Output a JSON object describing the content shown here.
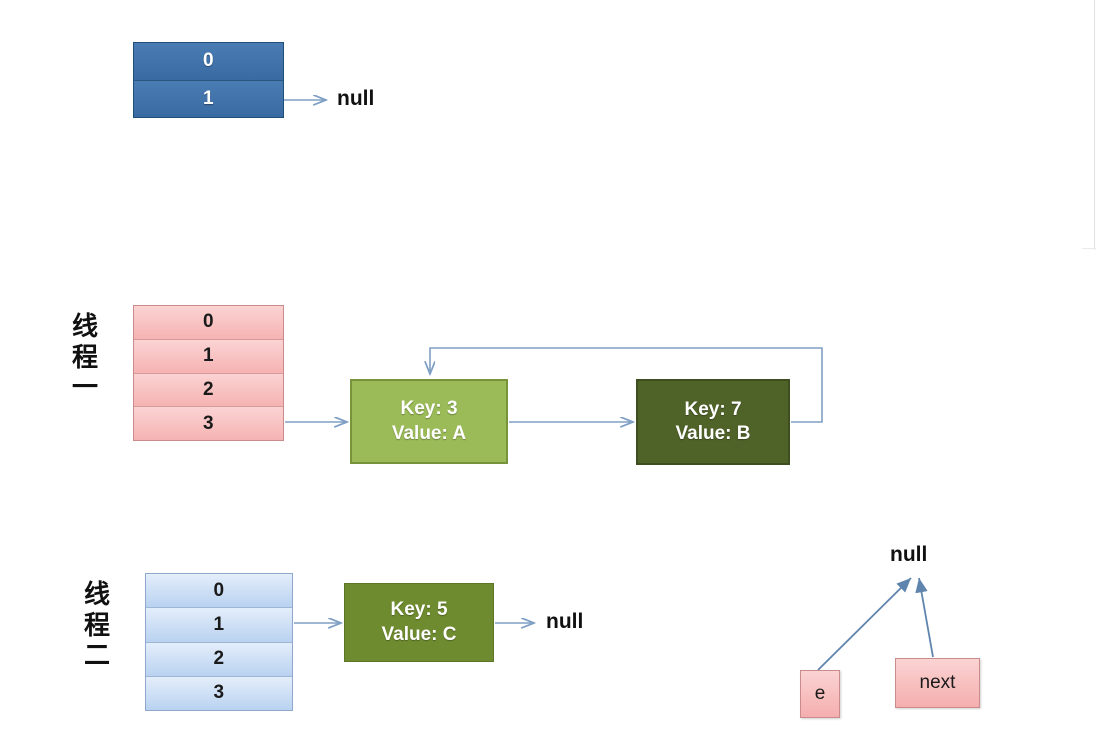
{
  "diagram": {
    "title": "HashMap concurrent resize linked-list cycle",
    "background": "#ffffff",
    "arrow_color": "#7f9fc4",
    "colors": {
      "table_blue_dark": "#3f72ab",
      "table_red": "#f6b3b3",
      "table_blue_light": "#b9d2f0",
      "node_light_green": "#9bbb59",
      "node_dark_green": "#4f6228",
      "node_mid_green": "#6f8b2f",
      "varbox_pink": "#f5aeae",
      "text_dark": "#111111",
      "text_light": "#ffffff"
    }
  },
  "top_table": {
    "name": "resized-bucket-array",
    "cells": [
      {
        "index": "0"
      },
      {
        "index": "1"
      }
    ],
    "tail_label": "null"
  },
  "thread_one": {
    "label_chars": [
      "线",
      "程",
      "一"
    ],
    "table": {
      "name": "thread-one-bucket-array",
      "cells": [
        {
          "index": "0"
        },
        {
          "index": "1"
        },
        {
          "index": "2"
        },
        {
          "index": "3"
        }
      ]
    },
    "nodes": [
      {
        "key_line": "Key: 3",
        "value_line": "Value: A",
        "style": "light-green"
      },
      {
        "key_line": "Key: 7",
        "value_line": "Value: B",
        "style": "dark-green"
      }
    ],
    "cycle_note": "Key: 7 next points back to Key: 3"
  },
  "thread_two": {
    "label_chars": [
      "线",
      "程",
      "二"
    ],
    "table": {
      "name": "thread-two-bucket-array",
      "cells": [
        {
          "index": "0"
        },
        {
          "index": "1"
        },
        {
          "index": "2"
        },
        {
          "index": "3"
        }
      ]
    },
    "nodes": [
      {
        "key_line": "Key: 5",
        "value_line": "Value: C",
        "style": "mid-green"
      }
    ],
    "tail_label": "null"
  },
  "pointers": {
    "null_label": "null",
    "boxes": [
      {
        "label": "e"
      },
      {
        "label": "next"
      }
    ]
  }
}
